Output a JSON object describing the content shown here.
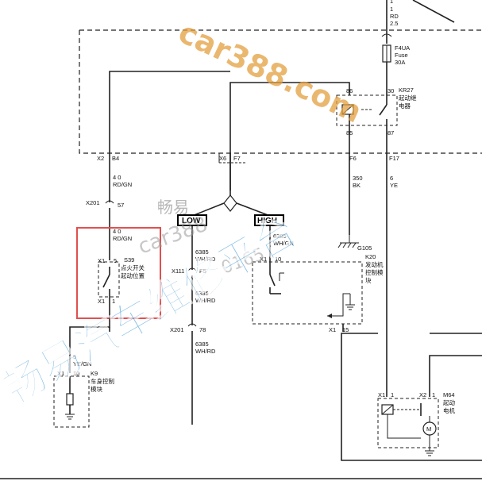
{
  "colors": {
    "wire": "#222222",
    "highlight_box": "#e05050",
    "watermark_orange": "#e3a040",
    "watermark_blue": "#4a9fd8",
    "watermark_grey": "#9a9a9a"
  },
  "top_wire": {
    "pin": "1",
    "color": "RD",
    "gauge": "2.5"
  },
  "fuse": {
    "id": "F4UA",
    "type": "Fuse",
    "rating": "30A"
  },
  "relay": {
    "id": "KR27",
    "name": "起动继\n电器",
    "pins": {
      "p86": "86",
      "p30": "30",
      "p85": "85",
      "p87": "87"
    }
  },
  "connectors": {
    "x2": "X2",
    "b4": "B4",
    "x6": "X6",
    "f7": "F7",
    "f6": "F6",
    "f17": "F17",
    "x201a": "X201",
    "x201a_pin": "57",
    "x201b": "X201",
    "x201b_pin": "78",
    "x111": "X111",
    "x111_pin": "F5"
  },
  "wires": {
    "w_40a": {
      "gauge": "4 0",
      "color": "RD/GN"
    },
    "w_40b": {
      "gauge": "4 0",
      "color": "RD/GN"
    },
    "w_350": {
      "gauge": "350",
      "color": "BK"
    },
    "w_6": {
      "gauge": "6",
      "color": "YE"
    },
    "w_6385a": {
      "gauge": "6385",
      "color": "WH/RD"
    },
    "w_6385b": {
      "gauge": "6385",
      "color": "WH/GN"
    },
    "w_6385c": {
      "gauge": "6385",
      "color": "WH/RD"
    },
    "w_6385d": {
      "gauge": "6385",
      "color": "WH/RD"
    },
    "w_5": {
      "gauge": "5",
      "color": "YE/GN"
    }
  },
  "switch": {
    "id": "S39",
    "name1": "点火开关",
    "name2": "起动位置",
    "x1_top": "X1",
    "pin_top": "5",
    "x1_bot": "X1",
    "pin_bot": "1"
  },
  "ground": {
    "id": "G105"
  },
  "ecm": {
    "id": "K20",
    "name1": "发动机",
    "name2": "控制模",
    "name3": "块",
    "x1_top": "X1",
    "pin_top": "10",
    "x1_bot": "X1",
    "pin_bot": "15"
  },
  "bcm": {
    "id": "K9",
    "name1": "车身控制",
    "name2": "模块",
    "x1": "X1",
    "pin": "10"
  },
  "motor": {
    "id": "M64",
    "name1": "起动",
    "name2": "电机",
    "x1": "X1",
    "pin1": "1",
    "x2": "X2",
    "pin2": "1"
  },
  "labels": {
    "low": "LOW",
    "high": "HIGH"
  },
  "watermarks": {
    "site": "car388.com",
    "brand_small": "畅易",
    "brand_mid": "car388",
    "phone": "0165",
    "slogan": "畅易汽车维修平台"
  }
}
